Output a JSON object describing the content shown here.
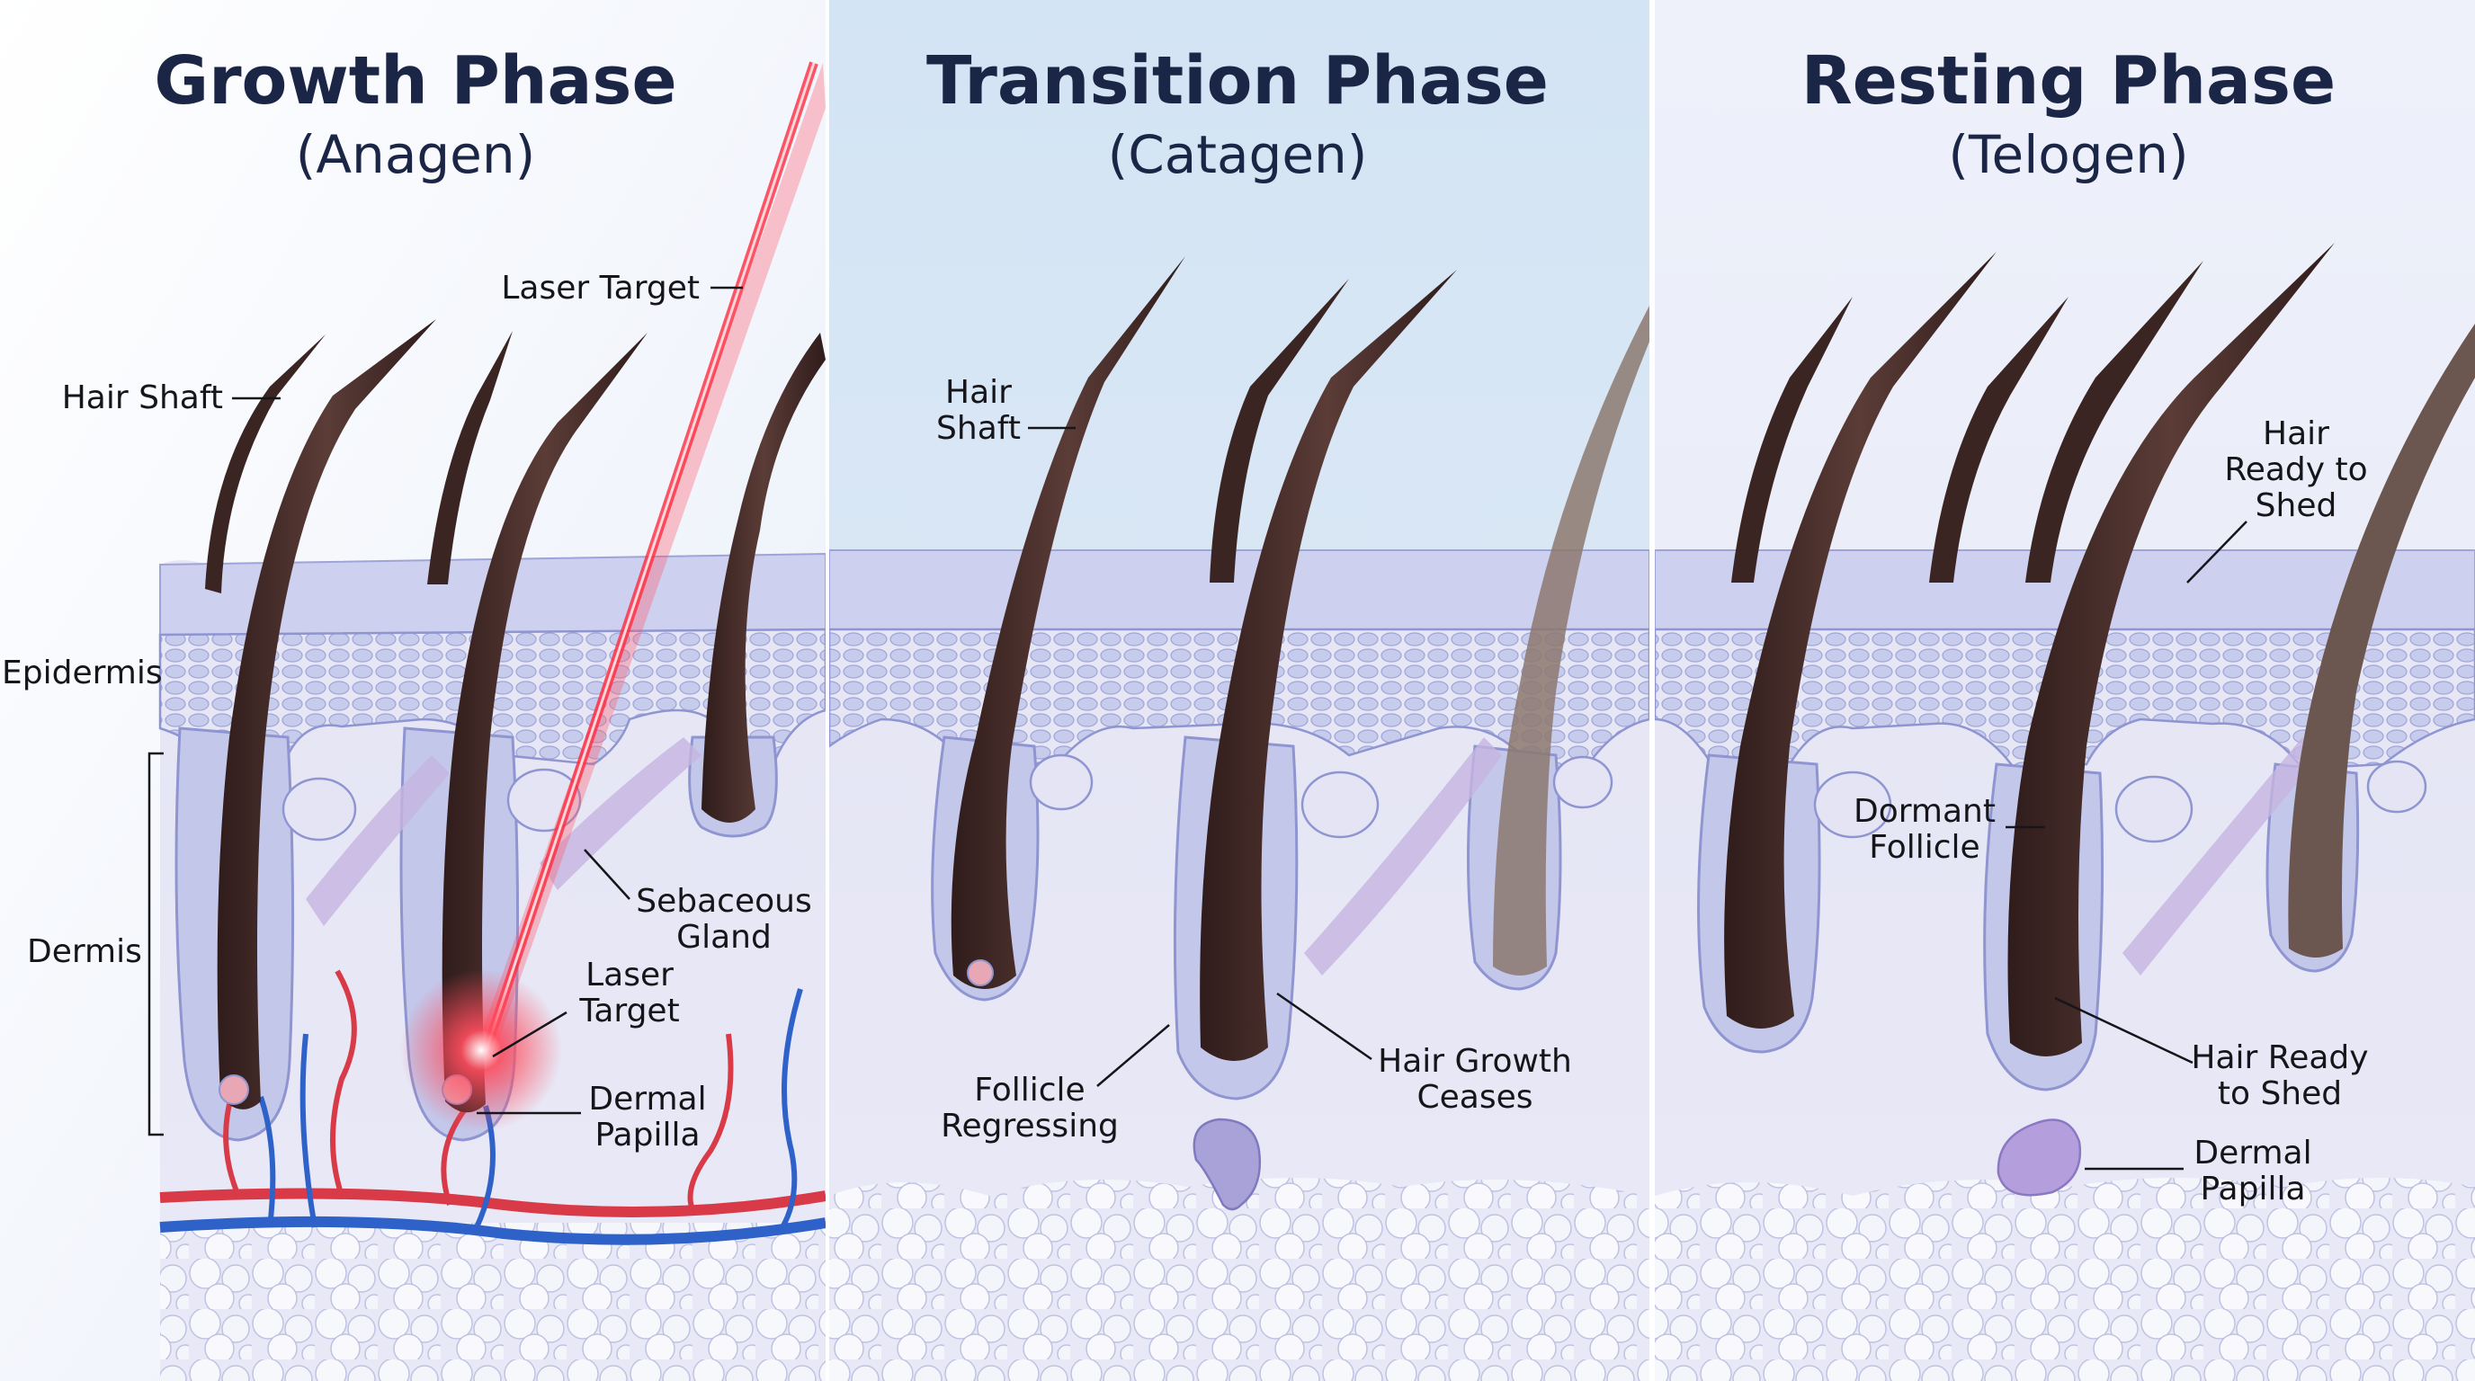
{
  "panels": [
    {
      "title": "Growth Phase",
      "subtitle": "(Anagen)",
      "labels": {
        "laser_target_top": "Laser Target",
        "hair_shaft": "Hair Shaft",
        "epidermis": "Epidermis",
        "dermis": "Dermis",
        "sebaceous_gland_l1": "Sebaceous",
        "sebaceous_gland_l2": "Gland",
        "laser_target_l1": "Laser",
        "laser_target_l2": "Target",
        "dermal_papilla_l1": "Dermal",
        "dermal_papilla_l2": "Papilla"
      }
    },
    {
      "title": "Transition Phase",
      "subtitle": "(Catagen)",
      "labels": {
        "hair_shaft_l1": "Hair",
        "hair_shaft_l2": "Shaft",
        "follicle_regressing_l1": "Follicle",
        "follicle_regressing_l2": "Regressing",
        "hair_growth_ceases_l1": "Hair Growth",
        "hair_growth_ceases_l2": "Ceases"
      }
    },
    {
      "title": "Resting Phase",
      "subtitle": "(Telogen)",
      "labels": {
        "hair_ready_top_l1": "Hair",
        "hair_ready_top_l2": "Ready to",
        "hair_ready_top_l3": "Shed",
        "dormant_follicle_l1": "Dormant",
        "dormant_follicle_l2": "Follicle",
        "hair_ready_l1": "Hair Ready",
        "hair_ready_l2": "to Shed",
        "dermal_papilla_l1": "Dermal",
        "dermal_papilla_l2": "Papilla"
      }
    }
  ],
  "colors": {
    "background_left": "#f2f5fc",
    "background_mid": "#d9e7f5",
    "background_right": "#eef1fa",
    "skin": "#dcdcf0",
    "epidermis": "#c2c6ea",
    "follicle_sheath": "#b9bde6",
    "hair": "#4a302d",
    "laser": "#ff3a4e",
    "artery": "#d93a48",
    "vein": "#2e62c9",
    "fat": "#f4f5fb"
  }
}
